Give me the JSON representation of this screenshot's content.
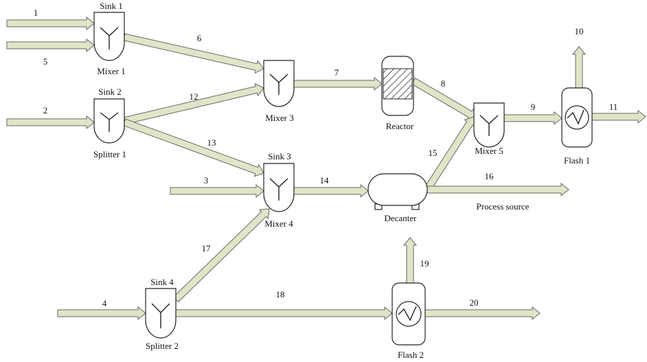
{
  "units": {
    "mixer1": {
      "label": "Mixer 1",
      "tag": "Sink 1"
    },
    "splitter1": {
      "label": "Splitter 1",
      "tag": "Sink 2"
    },
    "mixer3": {
      "label": "Mixer 3"
    },
    "mixer4": {
      "label": "Mixer 4",
      "tag": "Sink 3"
    },
    "splitter2": {
      "label": "Splitter 2",
      "tag": "Sink 4"
    },
    "reactor": {
      "label": "Reactor"
    },
    "mixer5": {
      "label": "Mixer 5"
    },
    "flash1": {
      "label": "Flash 1"
    },
    "decanter": {
      "label": "Decanter"
    },
    "flash2": {
      "label": "Flash 2"
    }
  },
  "streams": {
    "s1": "1",
    "s2": "2",
    "s3": "3",
    "s4": "4",
    "s5": "5",
    "s6": "6",
    "s7": "7",
    "s8": "8",
    "s9": "9",
    "s10": "10",
    "s11": "11",
    "s12": "12",
    "s13": "13",
    "s14": "14",
    "s15": "15",
    "s16": "16",
    "s17": "17",
    "s18": "18",
    "s19": "19",
    "s20": "20"
  },
  "notes": {
    "process_source": "Process source"
  },
  "style": {
    "stream_fill": "#dfe6c8",
    "stream_stroke": "#666666",
    "unit_stroke": "#222222",
    "reactor_hatch": "#333333"
  }
}
